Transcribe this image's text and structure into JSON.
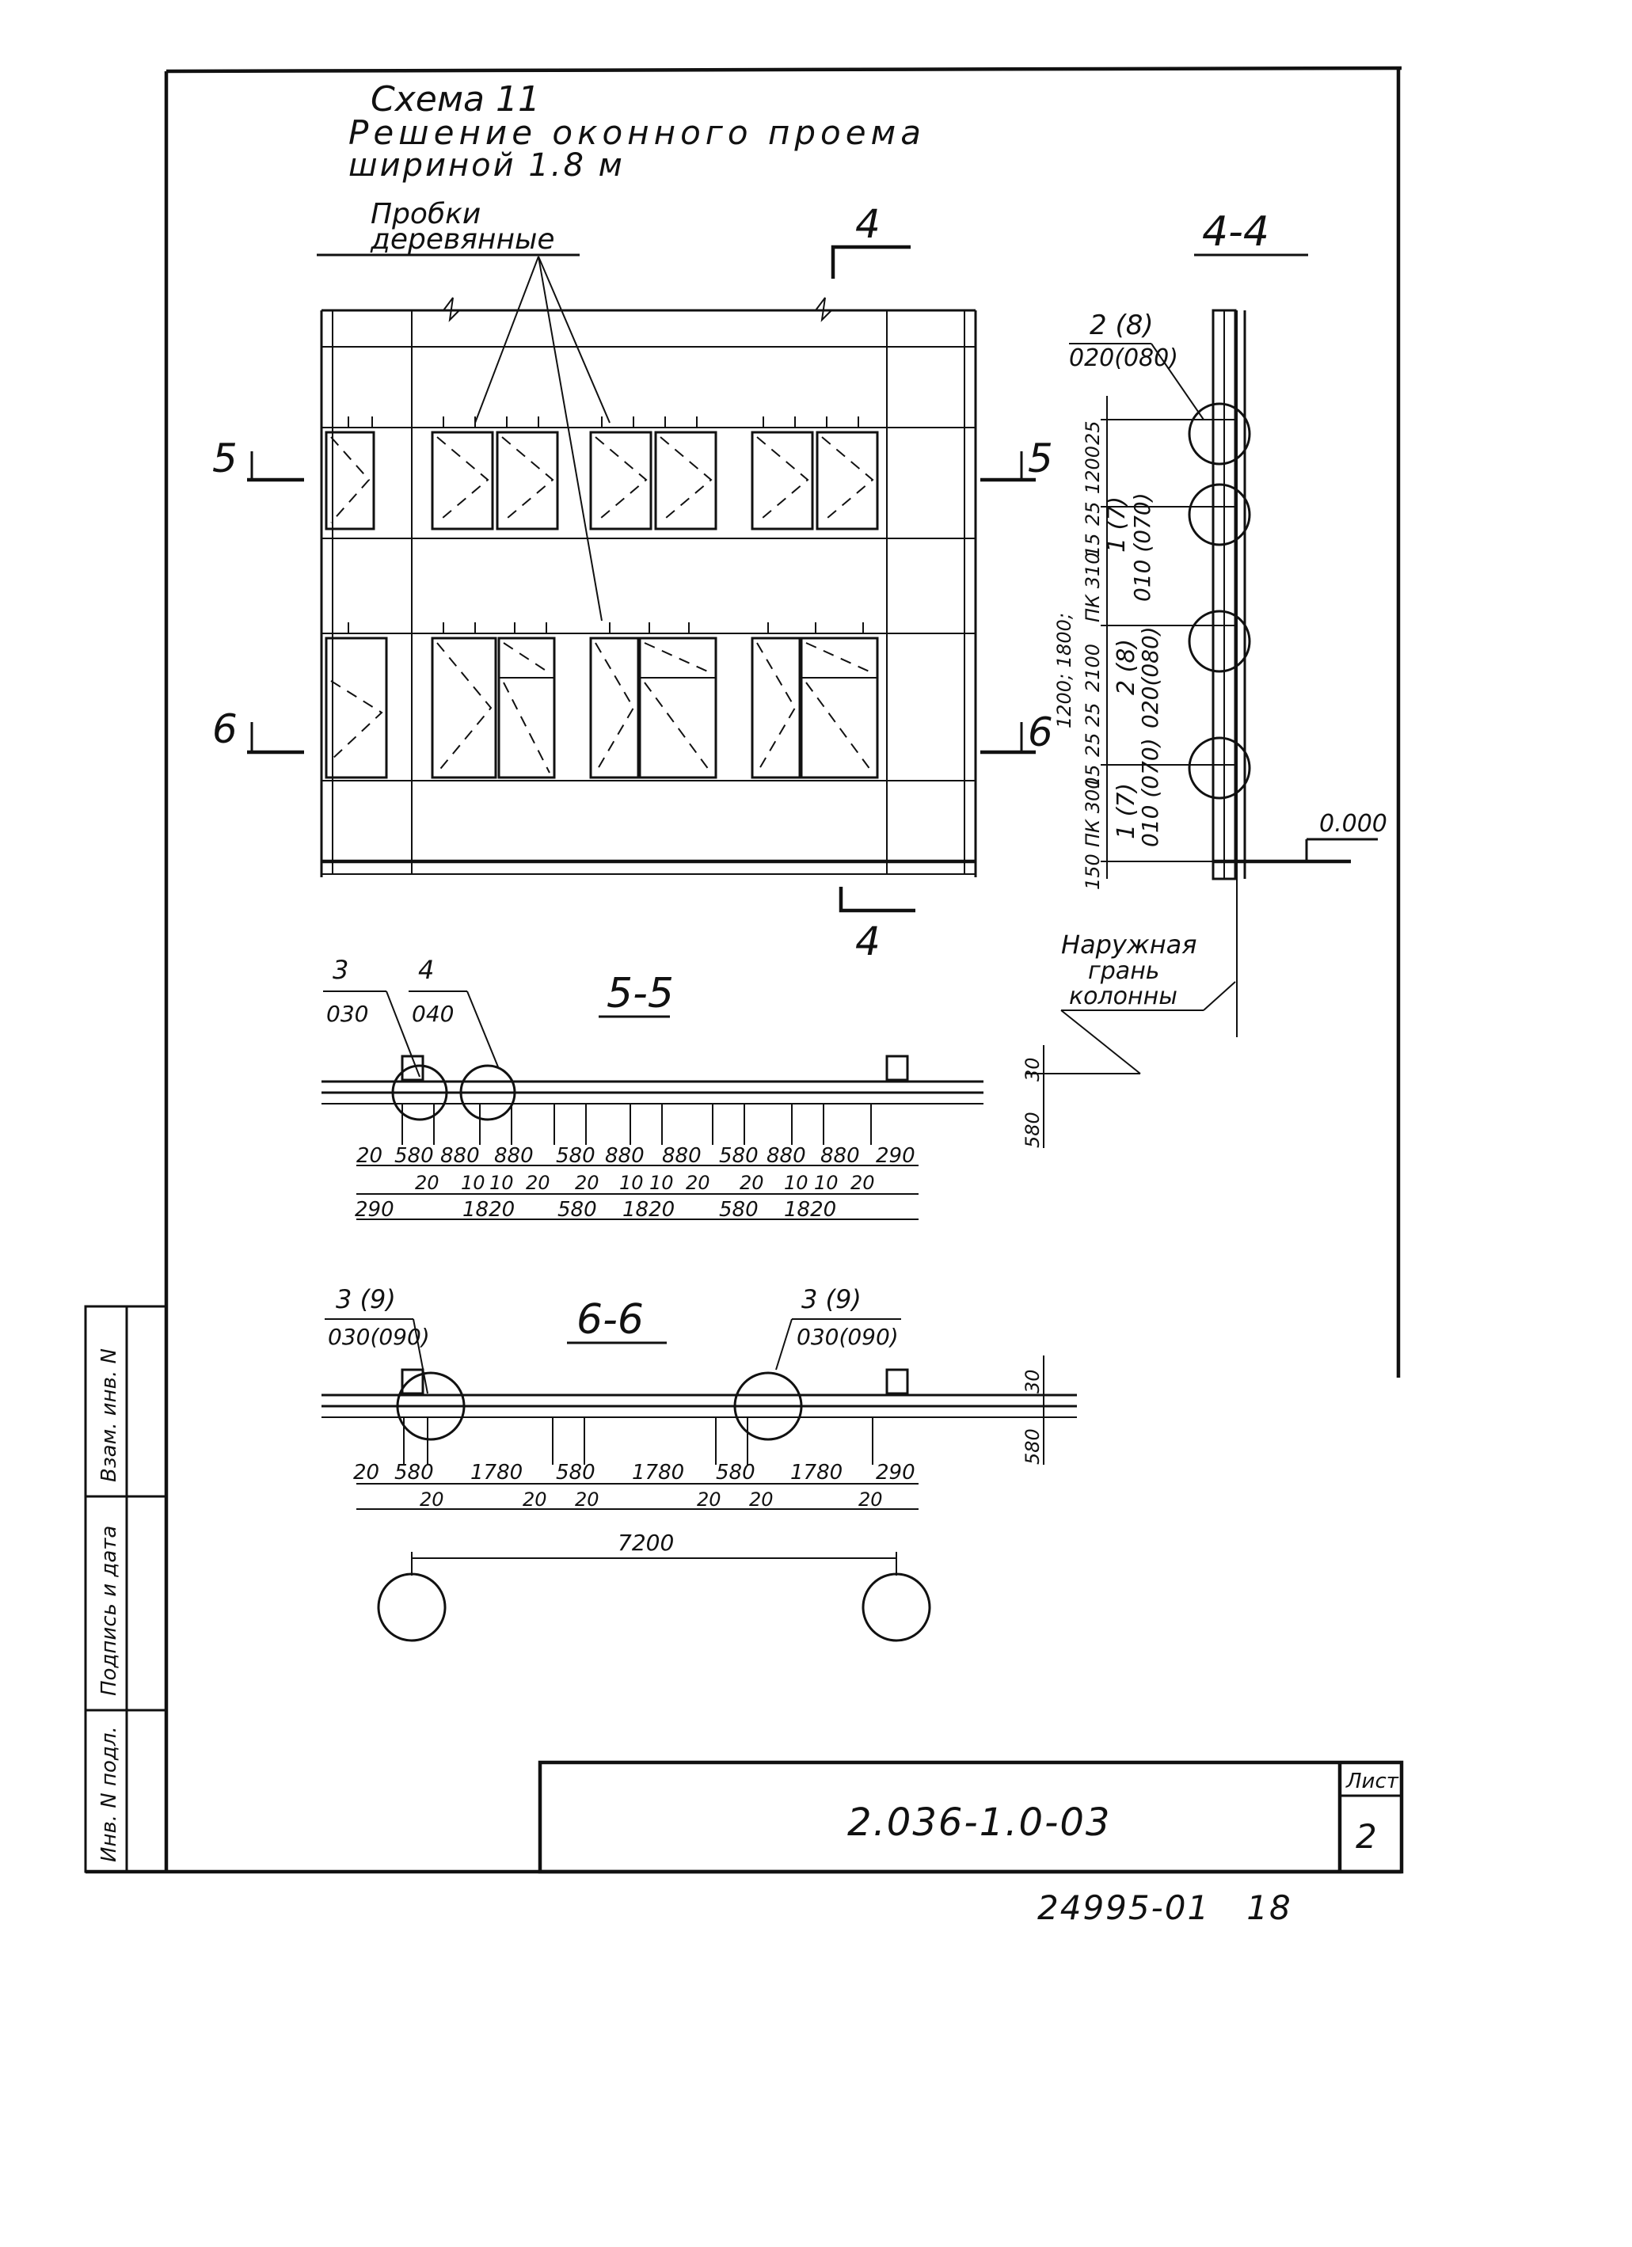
{
  "scheme_title": [
    "Схема 11",
    "Решение оконного проема",
    "шириной 1.8 м"
  ],
  "plugs_label": [
    "Пробки",
    "деревянные"
  ],
  "section_marks": {
    "s4_top": "4",
    "s4_bottom": "4",
    "s5_left": "5",
    "s5_right": "5",
    "s6_left": "6",
    "s6_right": "6"
  },
  "section_4_4": {
    "title": "4-4",
    "callouts": [
      {
        "top": "2 (8)",
        "bottom": "020(080)"
      },
      {
        "top": "1 (7)",
        "bottom": "010 (070)"
      },
      {
        "top": "2 (8)",
        "bottom": "020(080)"
      },
      {
        "top": "1 (7)",
        "bottom": "010 (070)"
      }
    ],
    "dims_left": [
      "25",
      "1200",
      "25",
      "15",
      "ПК 310",
      "1200; 1800;",
      "2100",
      "25",
      "25",
      "15",
      "ПК 300",
      "150"
    ],
    "level_mark": "0.000",
    "note": [
      "Наружная",
      "грань",
      "колонны"
    ]
  },
  "section_5_5": {
    "title": "5-5",
    "callouts": [
      {
        "top": "3",
        "bottom": "030"
      },
      {
        "top": "4",
        "bottom": "040"
      }
    ],
    "height_dims": [
      "30",
      "580"
    ],
    "row1": [
      "20",
      "580",
      "880",
      "880",
      "580",
      "880",
      "880",
      "580",
      "880",
      "880",
      "290"
    ],
    "row2": [
      "20",
      "10",
      "10",
      "20",
      "20",
      "10",
      "10",
      "20",
      "20",
      "10",
      "10",
      "20"
    ],
    "row3": [
      "290",
      "1820",
      "580",
      "1820",
      "580",
      "1820"
    ]
  },
  "section_6_6": {
    "title": "6-6",
    "callouts": [
      {
        "top": "3 (9)",
        "bottom": "030(090)"
      },
      {
        "top": "3 (9)",
        "bottom": "030(090)"
      }
    ],
    "height_dims": [
      "30",
      "580"
    ],
    "row1": [
      "20",
      "580",
      "1780",
      "580",
      "1780",
      "580",
      "1780",
      "290"
    ],
    "row2": [
      "20",
      "20",
      "20",
      "20",
      "20",
      "20"
    ],
    "total": "7200"
  },
  "side_stamp": [
    "Инв. N подл.",
    "Подпись и дата",
    "Взам. инв. N"
  ],
  "title_block": {
    "code": "2.036-1.0-03",
    "sheet_label": "Лист",
    "sheet_number": "2"
  },
  "footer": "24995-01   18"
}
